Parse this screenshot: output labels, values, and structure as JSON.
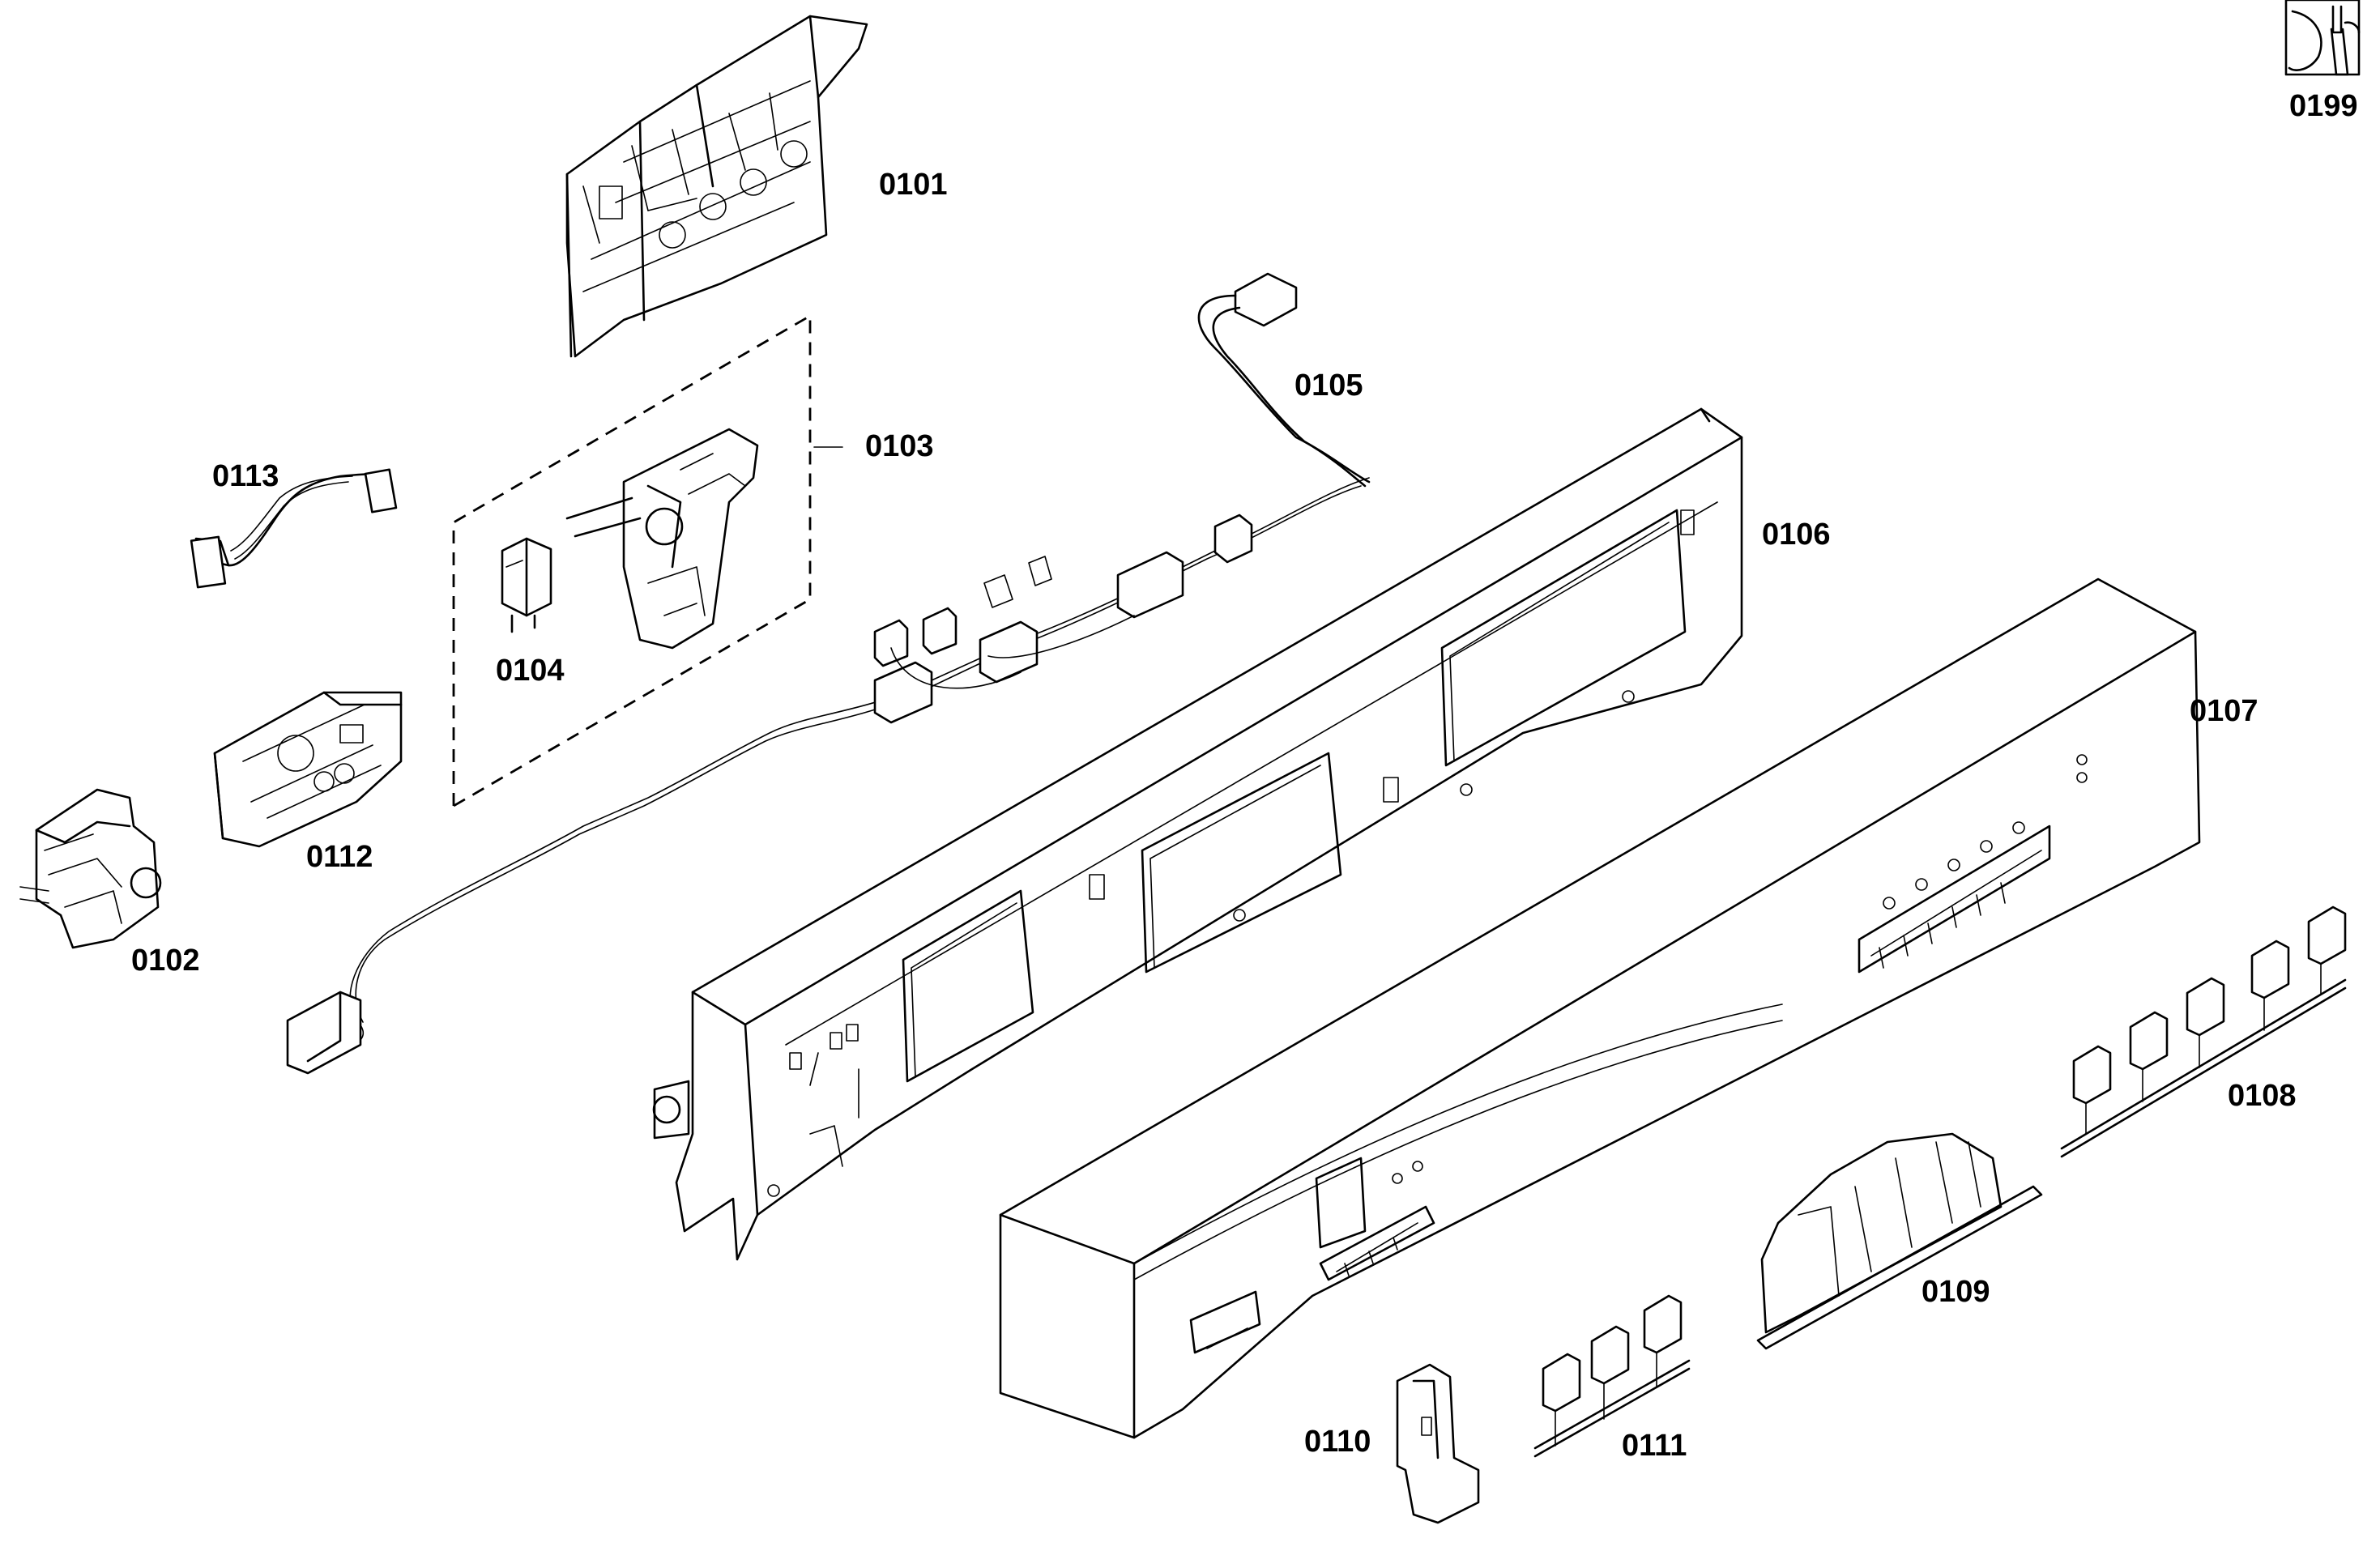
{
  "colors": {
    "line": "#000000",
    "background": "#ffffff"
  },
  "parts": [
    {
      "id": "0101"
    },
    {
      "id": "0102"
    },
    {
      "id": "0103"
    },
    {
      "id": "0104"
    },
    {
      "id": "0105"
    },
    {
      "id": "0106"
    },
    {
      "id": "0107"
    },
    {
      "id": "0108"
    },
    {
      "id": "0109"
    },
    {
      "id": "0110"
    },
    {
      "id": "0111"
    },
    {
      "id": "0112"
    },
    {
      "id": "0113"
    },
    {
      "id": "0199",
      "icon": "service-wrench-icon"
    }
  ]
}
